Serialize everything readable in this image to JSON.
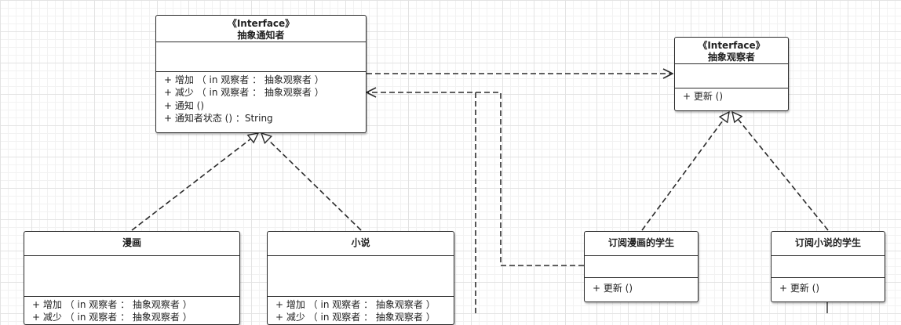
{
  "interfaces": {
    "notifier": {
      "stereotype": "《Interface》",
      "name": "抽象通知者",
      "operations": [
        "+ 增加 （ in 观察者 ： 抽象观察者 ）",
        "+ 减少 （ in 观察者 ： 抽象观察者 ）",
        "+ 通知 ()",
        "+ 通知者状态 () ：String"
      ]
    },
    "observer": {
      "stereotype": "《Interface》",
      "name": "抽象观察者",
      "operations": [
        "+ 更新 ()"
      ]
    }
  },
  "classes": {
    "manga": {
      "name": "漫画",
      "operations": [
        "+ 增加 （ in 观察者 ： 抽象观察者 ）",
        "+ 减少 （ in 观察者 ： 抽象观察者 ）"
      ]
    },
    "novel": {
      "name": "小说",
      "operations": [
        "+ 增加 （ in 观察者 ： 抽象观察者 ）",
        "+ 减少 （ in 观察者 ： 抽象观察者 ）"
      ]
    },
    "manga_student": {
      "name": "订阅漫画的学生",
      "operations": [
        "+ 更新 ()"
      ]
    },
    "novel_student": {
      "name": "订阅小说的学生",
      "operations": [
        "+ 更新 ()"
      ]
    }
  },
  "colors": {
    "line": "#2b2b2b",
    "box_fill": "#ffffff",
    "grid": "#e3e3e3"
  }
}
